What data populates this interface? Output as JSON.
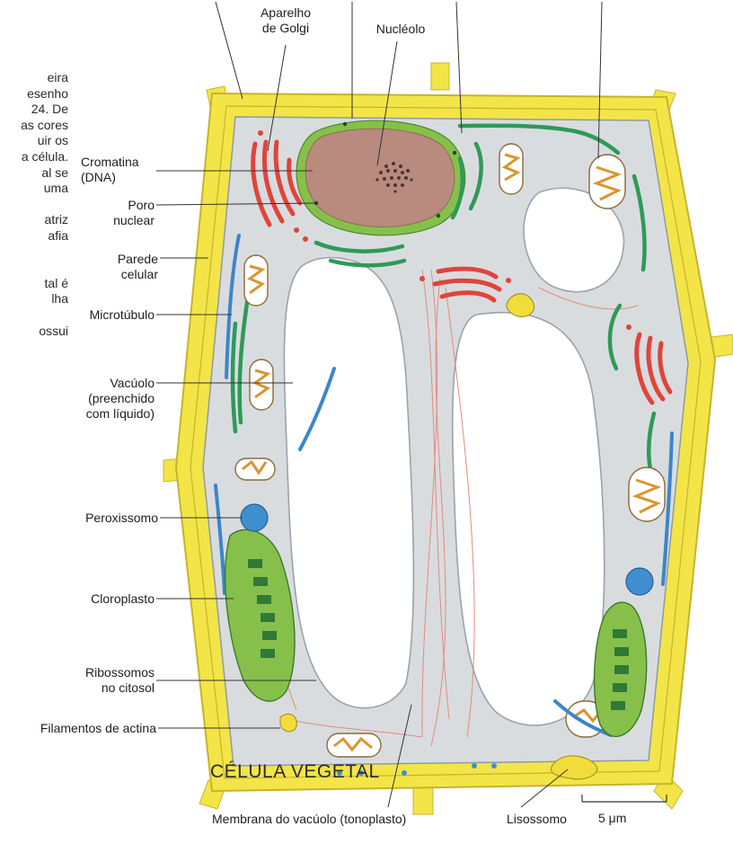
{
  "labels": {
    "golgi_line1": "Aparelho",
    "golgi_line2": "de Golgi",
    "nucleolus": "Nucléolo",
    "chromatin_line1": "Cromatina",
    "chromatin_line2": "(DNA)",
    "pore_line1": "Poro",
    "pore_line2": "nuclear",
    "wall_line1": "Parede",
    "wall_line2": "celular",
    "microtubule": "Microtúbulo",
    "vacuole_line1": "Vacúolo",
    "vacuole_line2": "(preenchido",
    "vacuole_line3": "com líquido)",
    "peroxisome": "Peroxissomo",
    "chloroplast": "Cloroplasto",
    "ribosomes_line1": "Ribossomos",
    "ribosomes_line2": "no citosol",
    "actin": "Filamentos de actina",
    "tonoplast": "Membrana do vacúolo (tonoplasto)",
    "lysosome": "Lisossomo",
    "scale": "5 μm"
  },
  "title": "CÉLULA VEGETAL",
  "side_text": [
    "eira",
    "esenho",
    "24. De",
    "as cores",
    "uir os",
    "a célula.",
    "al se",
    "uma",
    "",
    "atriz",
    "afia",
    "",
    "",
    "tal é",
    "lha",
    "",
    "ossui"
  ],
  "colors": {
    "cell_wall": "#f3e547",
    "cytosol": "#d9dcdf",
    "vacuole": "#ffffff",
    "nucleus": "#b98a7e",
    "nuclear_envelope": "#86c04a",
    "golgi": "#e0443a",
    "er": "#2e9a58",
    "mitochondria": "#d7962f",
    "chloroplast": "#2f7a35",
    "microtubule": "#3d86c6",
    "peroxisome": "#3f8fd0",
    "actin": "#e48a7e"
  }
}
